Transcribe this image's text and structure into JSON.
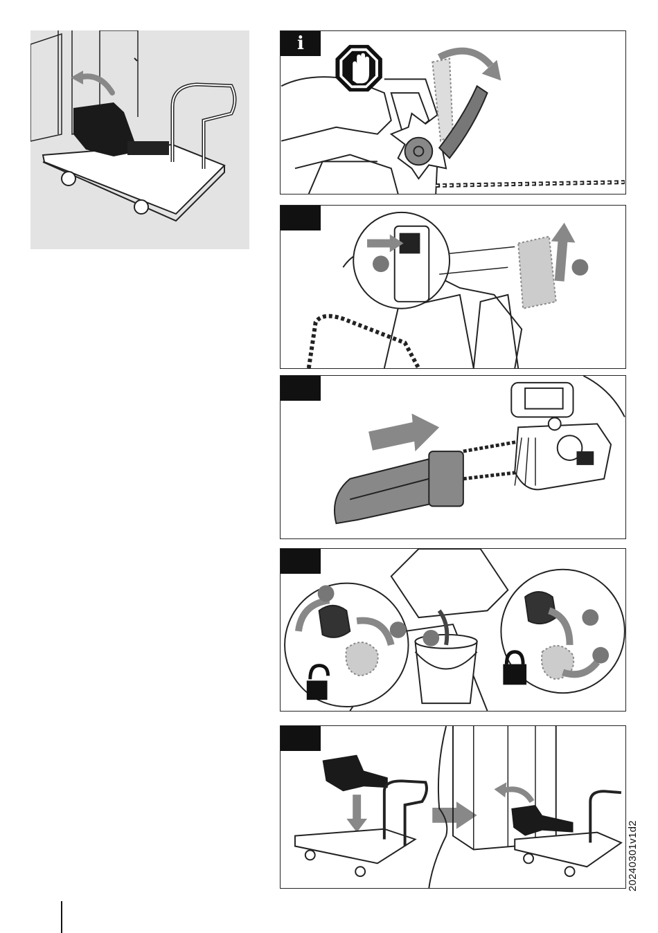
{
  "page": {
    "info_tab_label": "i",
    "document_code": "20240301v1d2"
  },
  "figures": [
    {
      "id": "fig-store-cart",
      "name": "store-on-cart-illustration"
    },
    {
      "id": "fig-stop-brake",
      "name": "chain-brake-stop-illustration",
      "tab": "i"
    },
    {
      "id": "fig-remove-battery",
      "name": "remove-battery-illustration",
      "tab": ""
    },
    {
      "id": "fig-fit-cover",
      "name": "fit-bar-cover-illustration",
      "tab": ""
    },
    {
      "id": "fig-oil-tank",
      "name": "oil-tank-clean-illustration",
      "tab": ""
    },
    {
      "id": "fig-cart-cabinet",
      "name": "cart-into-cabinet-illustration",
      "tab": ""
    }
  ]
}
